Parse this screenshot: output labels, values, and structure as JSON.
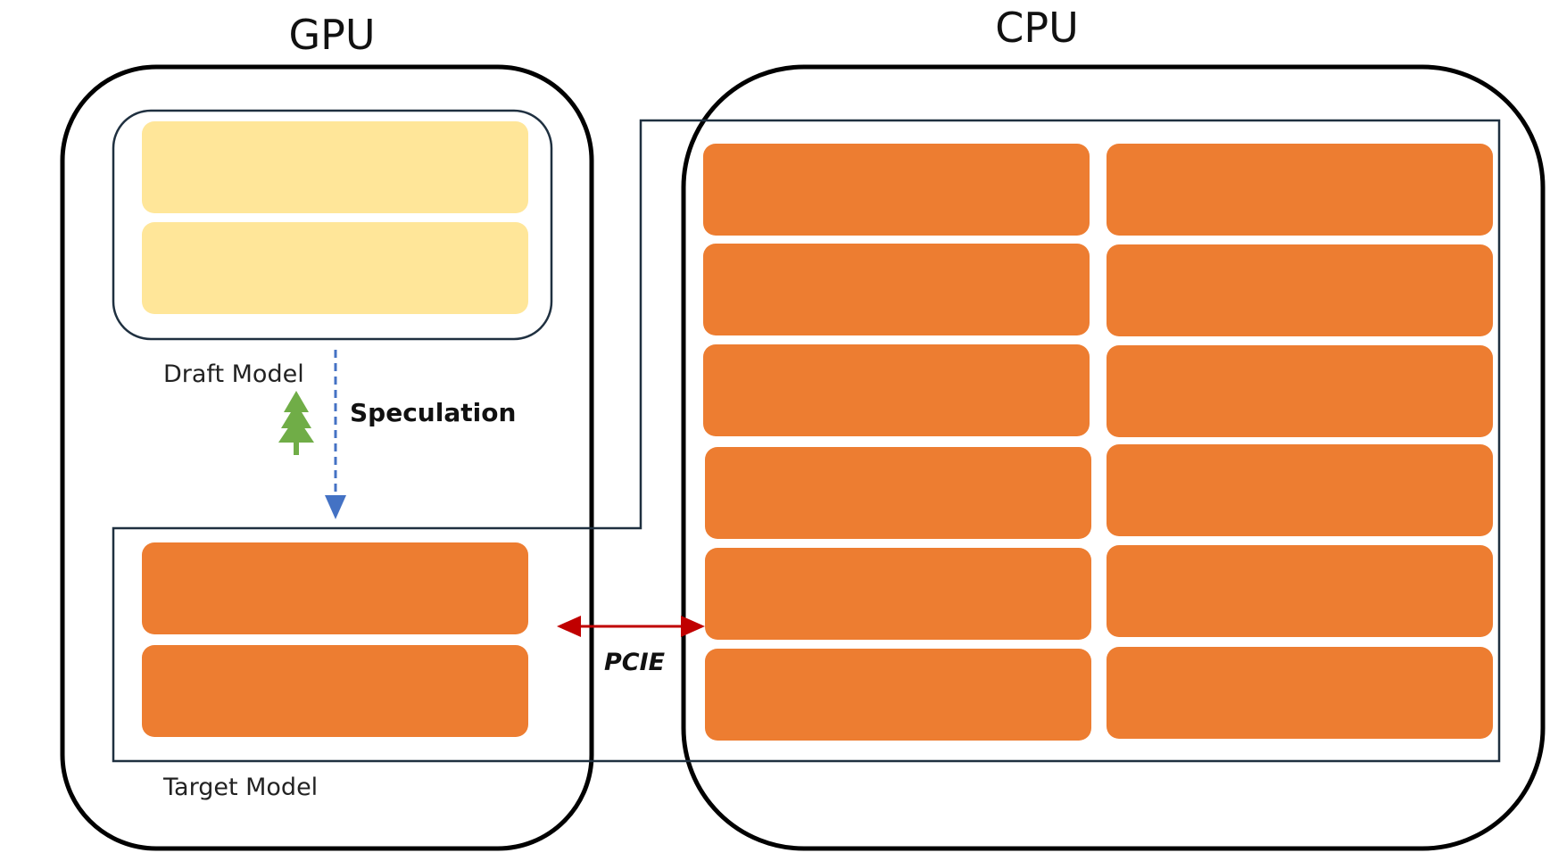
{
  "gpu": {
    "title": "GPU"
  },
  "cpu": {
    "title": "CPU"
  },
  "draft_model": {
    "label": "Draft Model",
    "color": "#FFE699",
    "layers": 2
  },
  "target_model": {
    "label": "Target Model",
    "color": "#ED7D31",
    "gpu_layers": 2,
    "cpu_layers": 12
  },
  "speculation": {
    "label": "Speculation",
    "arrow_color": "#4472C4",
    "tree_icon": "tree-icon",
    "tree_color": "#70AD47"
  },
  "pcie": {
    "label": "PCIE",
    "arrow_color": "#C00000"
  },
  "outline_color": "#1F3040"
}
